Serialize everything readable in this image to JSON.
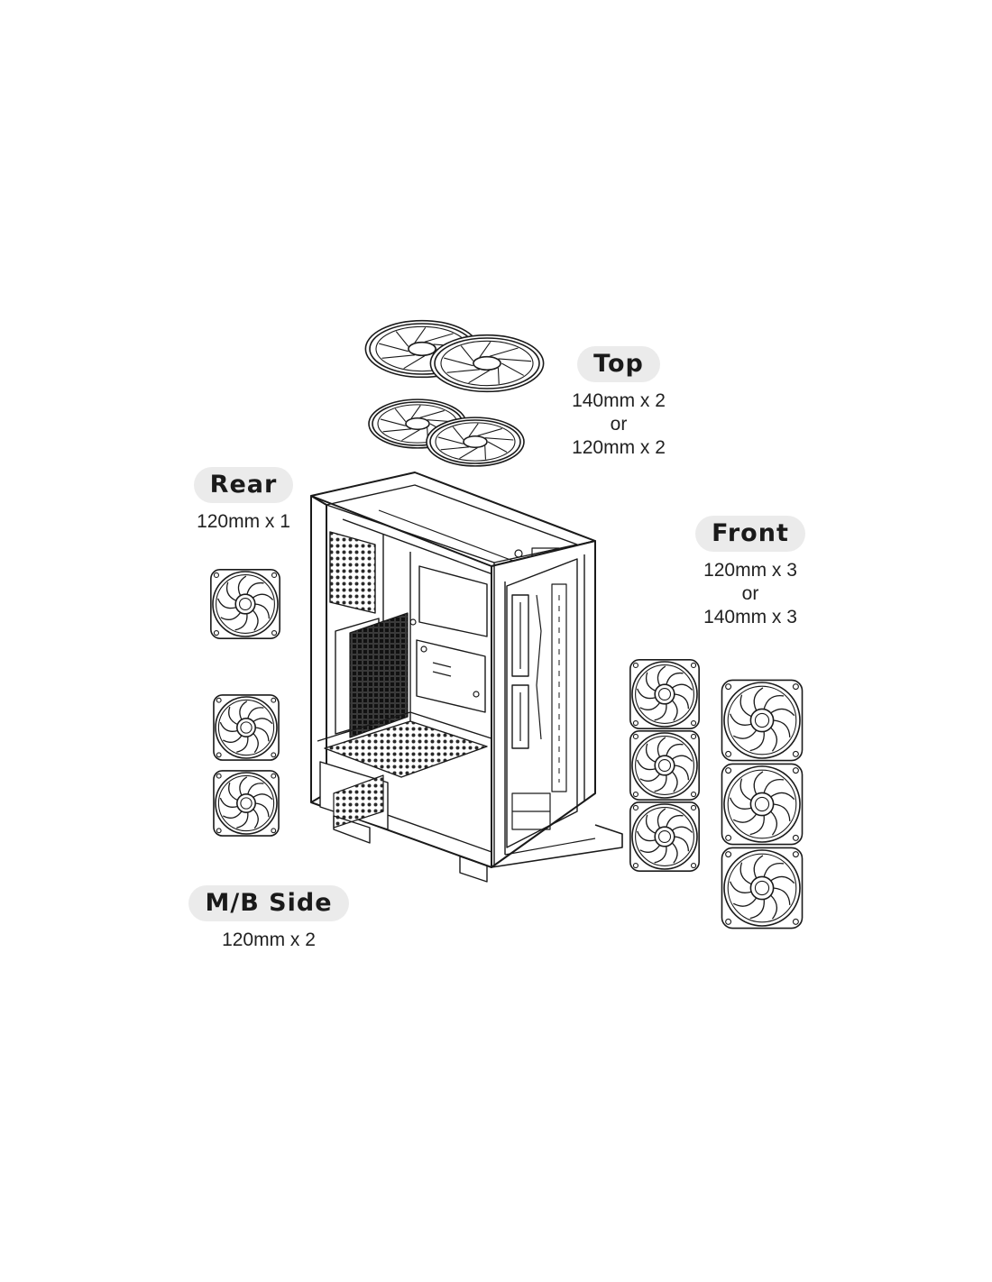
{
  "labels": {
    "top": {
      "title": "Top",
      "lines": [
        "140mm x 2",
        "or",
        "120mm x 2"
      ]
    },
    "rear": {
      "title": "Rear",
      "lines": [
        "120mm x 1"
      ]
    },
    "front": {
      "title": "Front",
      "lines": [
        "120mm x 3",
        "or",
        "140mm x 3"
      ]
    },
    "mb": {
      "title": "M/B Side",
      "lines": [
        "120mm x 2"
      ]
    }
  },
  "colors": {
    "line": "#1a1a1a",
    "pill": "#ebebeb",
    "background": "#ffffff"
  },
  "icons": [
    "case-chassis",
    "fan-icon"
  ]
}
